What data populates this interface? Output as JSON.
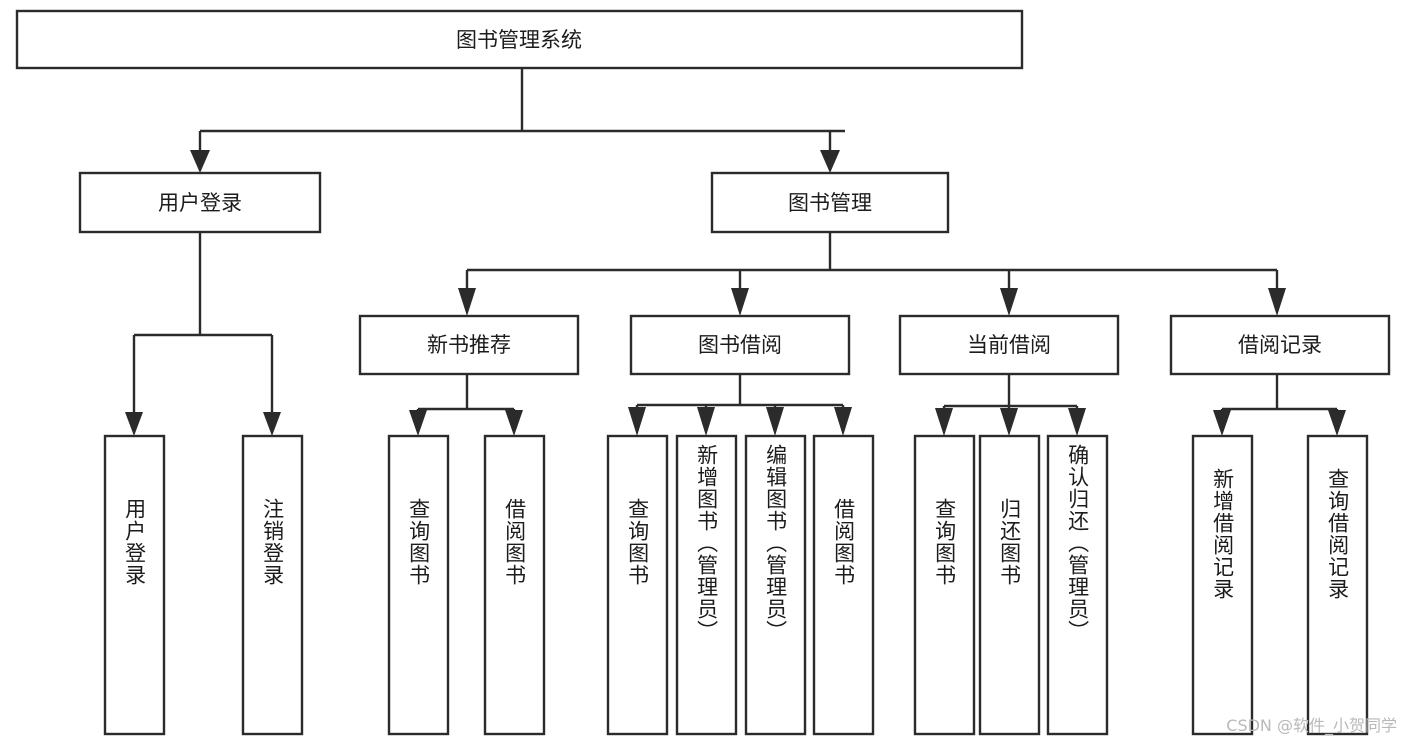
{
  "diagram": {
    "title": "图书管理系统",
    "type": "tree-hierarchy-chart",
    "orientation": "top-down",
    "root": {
      "id": "root",
      "label": "图书管理系统",
      "text_orientation": "horizontal"
    },
    "level2": [
      {
        "id": "user-login",
        "label": "用户登录",
        "text_orientation": "horizontal"
      },
      {
        "id": "book-management",
        "label": "图书管理",
        "text_orientation": "horizontal"
      }
    ],
    "level3": [
      {
        "id": "new-book-recommend",
        "label": "新书推荐",
        "text_orientation": "horizontal",
        "parent": "book-management"
      },
      {
        "id": "book-borrow",
        "label": "图书借阅",
        "text_orientation": "horizontal",
        "parent": "book-management"
      },
      {
        "id": "current-borrow",
        "label": "当前借阅",
        "text_orientation": "horizontal",
        "parent": "book-management"
      },
      {
        "id": "borrow-record",
        "label": "借阅记录",
        "text_orientation": "horizontal",
        "parent": "book-management"
      }
    ],
    "leaves": {
      "user-login": [
        {
          "id": "leaf-user-login",
          "label": "用户登录",
          "text_orientation": "vertical"
        },
        {
          "id": "leaf-user-logout",
          "label": "注销登录",
          "text_orientation": "vertical"
        }
      ],
      "new-book-recommend": [
        {
          "id": "leaf-query-book-1",
          "label": "查询图书",
          "text_orientation": "vertical"
        },
        {
          "id": "leaf-borrow-book-1",
          "label": "借阅图书",
          "text_orientation": "vertical"
        }
      ],
      "book-borrow": [
        {
          "id": "leaf-query-book-2",
          "label": "查询图书",
          "text_orientation": "vertical"
        },
        {
          "id": "leaf-add-book",
          "label": "新增图书（管理员）",
          "text_orientation": "vertical"
        },
        {
          "id": "leaf-edit-book",
          "label": "编辑图书（管理员）",
          "text_orientation": "vertical"
        },
        {
          "id": "leaf-borrow-book-2",
          "label": "借阅图书",
          "text_orientation": "vertical"
        }
      ],
      "current-borrow": [
        {
          "id": "leaf-query-book-3",
          "label": "查询图书",
          "text_orientation": "vertical"
        },
        {
          "id": "leaf-return-book",
          "label": "归还图书",
          "text_orientation": "vertical"
        },
        {
          "id": "leaf-confirm-return",
          "label": "确认归还（管理员）",
          "text_orientation": "vertical"
        }
      ],
      "borrow-record": [
        {
          "id": "leaf-add-record",
          "label": "新增借阅记录",
          "text_orientation": "vertical"
        },
        {
          "id": "leaf-query-record",
          "label": "查询借阅记录",
          "text_orientation": "vertical"
        }
      ]
    }
  },
  "watermark": {
    "text": "CSDN @软件_小贺同学"
  },
  "colors": {
    "background": "#ffffff",
    "box_fill": "#ffffff",
    "box_stroke": "#2b2b2b",
    "connector": "#2b2b2b",
    "text": "#1c1c1c",
    "watermark": "#b9b9b9"
  }
}
